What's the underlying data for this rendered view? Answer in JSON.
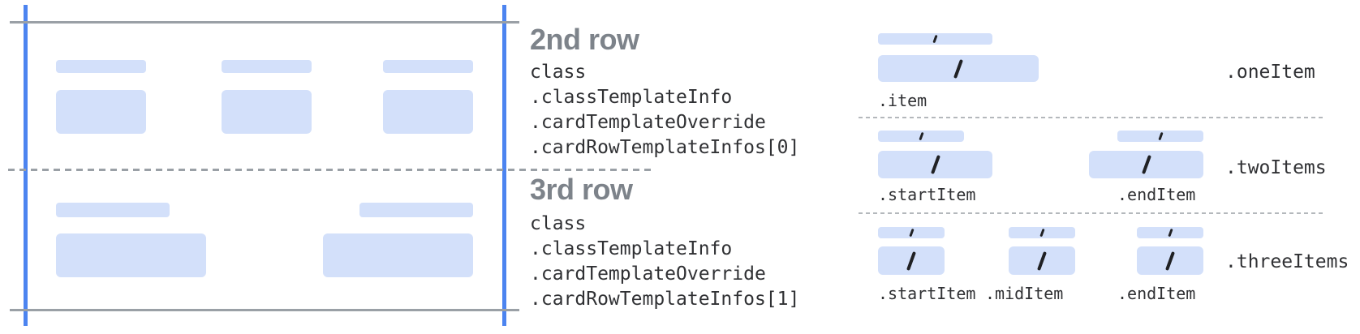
{
  "colors": {
    "placeholder_fill": "#d3e0fa",
    "guide_line_blue": "#4c84f0",
    "card_edge_gray": "#9aa0a6",
    "dashed_divider_gray": "#9aa0a6",
    "dotted_divider_gray": "#b4b8bc",
    "heading_gray": "#7d838a",
    "code_text": "#303134"
  },
  "icons": {
    "slash_icon": "/"
  },
  "annotations": {
    "row2": {
      "heading": "2nd row",
      "path": [
        "class",
        ".classTemplateInfo",
        ".cardTemplateOverride",
        ".cardRowTemplateInfos[0]"
      ]
    },
    "row3": {
      "heading": "3rd row",
      "path": [
        "class",
        ".classTemplateInfo",
        ".cardTemplateOverride",
        ".cardRowTemplateInfos[1]"
      ]
    }
  },
  "item_templates": {
    "one_item": {
      "group_label": ".oneItem",
      "item_labels": [
        ".item"
      ]
    },
    "two_items": {
      "group_label": ".twoItems",
      "item_labels": [
        ".startItem",
        ".endItem"
      ]
    },
    "three_items": {
      "group_label": ".threeItems",
      "item_labels": [
        ".startItem",
        ".midItem",
        ".endItem"
      ]
    }
  }
}
